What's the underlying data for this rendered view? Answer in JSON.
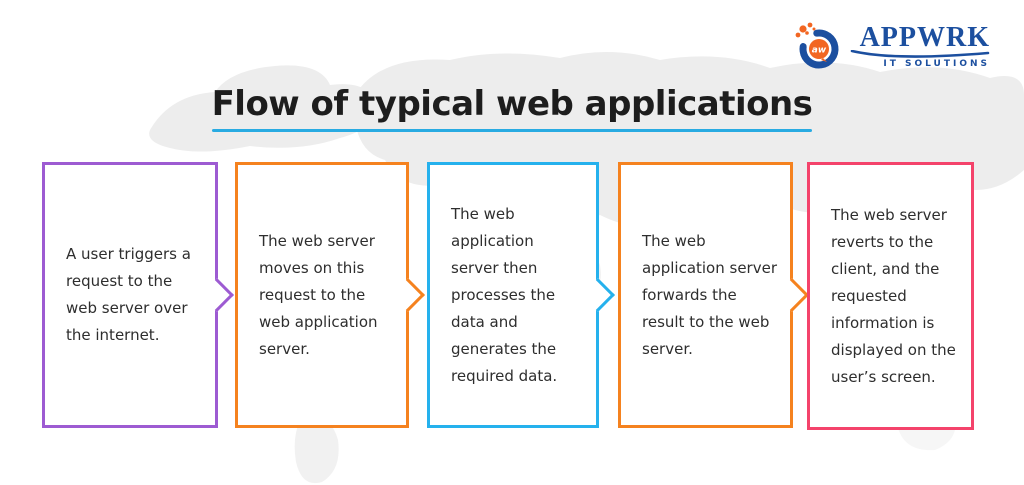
{
  "page": {
    "title": "Flow of typical web applications"
  },
  "logo": {
    "brand": "APPWRK",
    "tagline": "IT SOLUTIONS",
    "monogram": "aw"
  },
  "steps": [
    {
      "text": "A user triggers a request to the web server over the internet.",
      "color": "#9D5BD2",
      "arrow": true
    },
    {
      "text": "The web server moves on this request to the web application server.",
      "color": "#F5821F",
      "arrow": true
    },
    {
      "text": "The web application server then processes the data and generates the required data.",
      "color": "#25B1ED",
      "arrow": true
    },
    {
      "text": "The web application server forwards the result to the web server.",
      "color": "#F5821F",
      "arrow": true
    },
    {
      "text": "The web server reverts to the client, and the requested information is displayed on the user’s screen.",
      "color": "#F4436B",
      "arrow": false
    }
  ],
  "accent": {
    "title_underline": "#29ABE2",
    "logo_blue": "#1C4F9F",
    "logo_orange": "#F26622",
    "body_text": "#2E2E2E",
    "map_gray": "#EDEDED"
  }
}
